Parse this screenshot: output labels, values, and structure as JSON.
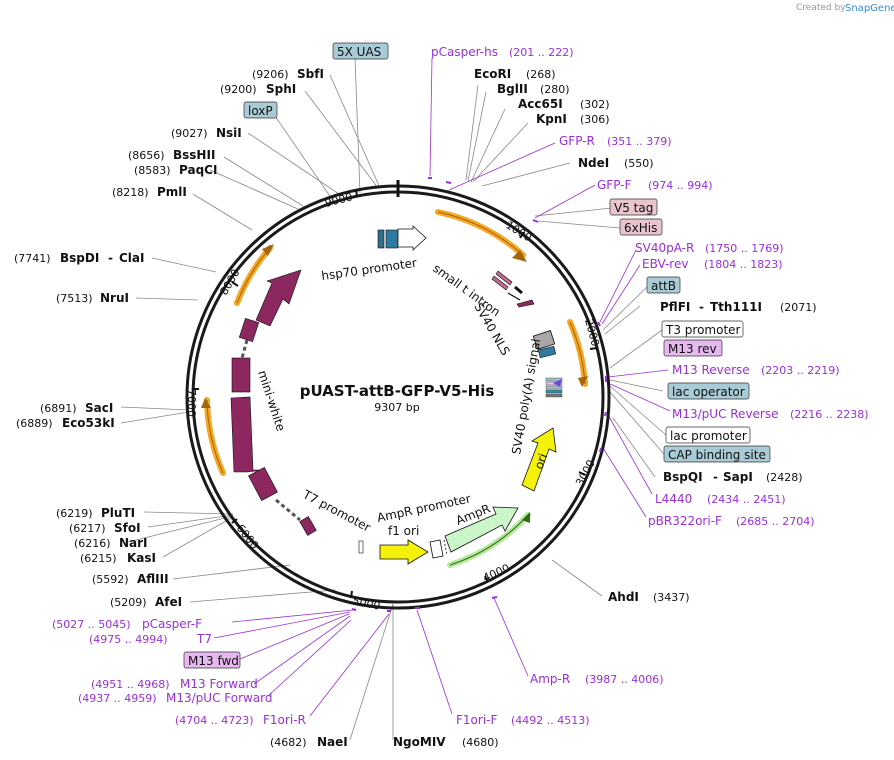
{
  "credit": {
    "prefix": "Created by",
    "brand": "SnapGene"
  },
  "plasmid": {
    "name": "pUAST-attB-GFP-V5-His",
    "size": "9307 bp",
    "length": 9307
  },
  "ticks": [
    "1000",
    "2000",
    "3000",
    "4000",
    "5000",
    "6000",
    "7000",
    "8000",
    "9000"
  ],
  "features": {
    "hsp70": "hsp70 promoter",
    "small_t": "small t intron",
    "sv40_nls": "SV40 NLS",
    "sv40_polya": "SV40 poly(A) signal",
    "ori": "ori",
    "ampr": "AmpR",
    "ampr_promoter": "AmpR promoter",
    "f1ori": "f1 ori",
    "t7": "T7 promoter",
    "mini_white": "mini-white"
  },
  "enzymes_right": [
    {
      "name": "EcoRI",
      "pos": "(268)"
    },
    {
      "name": "BglII",
      "pos": "(280)"
    },
    {
      "name": "Acc65I",
      "pos": "(302)"
    },
    {
      "name": "KpnI",
      "pos": "(306)"
    },
    {
      "name": "NdeI",
      "pos": "(550)"
    },
    {
      "name": "PflFI",
      "sep": "-",
      "name2": "Tth111I",
      "pos": "(2071)"
    },
    {
      "name": "BspQI",
      "sep": "-",
      "name2": "SapI",
      "pos": "(2428)"
    },
    {
      "name": "AhdI",
      "pos": "(3437)"
    }
  ],
  "enzymes_left": [
    {
      "name": "SbfI",
      "pos": "(9206)"
    },
    {
      "name": "SphI",
      "pos": "(9200)"
    },
    {
      "name": "NsiI",
      "pos": "(9027)"
    },
    {
      "name": "BssHII",
      "pos": "(8656)"
    },
    {
      "name": "PaqCI",
      "pos": "(8583)"
    },
    {
      "name": "PmlI",
      "pos": "(8218)"
    },
    {
      "name": "BspDI",
      "sep": "-",
      "name2": "ClaI",
      "pos": "(7741)"
    },
    {
      "name": "NruI",
      "pos": "(7513)"
    },
    {
      "name": "SacI",
      "pos": "(6891)"
    },
    {
      "name": "Eco53kI",
      "pos": "(6889)"
    },
    {
      "name": "PluTI",
      "pos": "(6219)"
    },
    {
      "name": "SfoI",
      "pos": "(6217)"
    },
    {
      "name": "NarI",
      "pos": "(6216)"
    },
    {
      "name": "KasI",
      "pos": "(6215)"
    },
    {
      "name": "AflIII",
      "pos": "(5592)"
    },
    {
      "name": "AfeI",
      "pos": "(5209)"
    }
  ],
  "enzymes_bottom": [
    {
      "name": "NaeI",
      "pos": "(4682)"
    },
    {
      "name": "NgoMIV",
      "pos": "(4680)"
    }
  ],
  "primers_right": [
    {
      "name": "pCasper-hs",
      "range": "(201 .. 222)"
    },
    {
      "name": "GFP-R",
      "range": "(351 .. 379)"
    },
    {
      "name": "GFP-F",
      "range": "(974 .. 994)"
    },
    {
      "name": "SV40pA-R",
      "range": "(1750 .. 1769)"
    },
    {
      "name": "EBV-rev",
      "range": "(1804 .. 1823)"
    },
    {
      "name": "M13 Reverse",
      "range": "(2203 .. 2219)"
    },
    {
      "name": "M13/pUC Reverse",
      "range": "(2216 .. 2238)"
    },
    {
      "name": "L4440",
      "range": "(2434 .. 2451)"
    },
    {
      "name": "pBR322ori-F",
      "range": "(2685 .. 2704)"
    },
    {
      "name": "Amp-R",
      "range": "(3987 .. 4006)"
    },
    {
      "name": "F1ori-F",
      "range": "(4492 .. 4513)"
    }
  ],
  "primers_left": [
    {
      "name": "pCasper-F",
      "range": "(5027 .. 5045)"
    },
    {
      "name": "T7",
      "range": "(4975 .. 4994)"
    },
    {
      "name": "M13 Forward",
      "range": "(4951 .. 4968)"
    },
    {
      "name": "M13/pUC Forward",
      "range": "(4937 .. 4959)"
    },
    {
      "name": "F1ori-R",
      "range": "(4704 .. 4723)"
    }
  ],
  "boxes": {
    "uas": "5X UAS",
    "loxp": "loxP",
    "v5": "V5 tag",
    "his": "6xHis",
    "attb": "attB",
    "t3": "T3 promoter",
    "m13rev": "M13 rev",
    "lacop": "lac operator",
    "lacprom": "lac promoter",
    "cap": "CAP binding site",
    "m13fwd": "M13 fwd"
  },
  "colors": {
    "backbone": "#1a1a1a",
    "promoter_box": "#a8cbd6",
    "tag_box": "#e8c4cc",
    "primer": "#9a2fd6",
    "mini_white": "#8c2760",
    "ori": "#f4f20a",
    "ampr": "#c9f5c9",
    "orange": "#f5a623"
  }
}
